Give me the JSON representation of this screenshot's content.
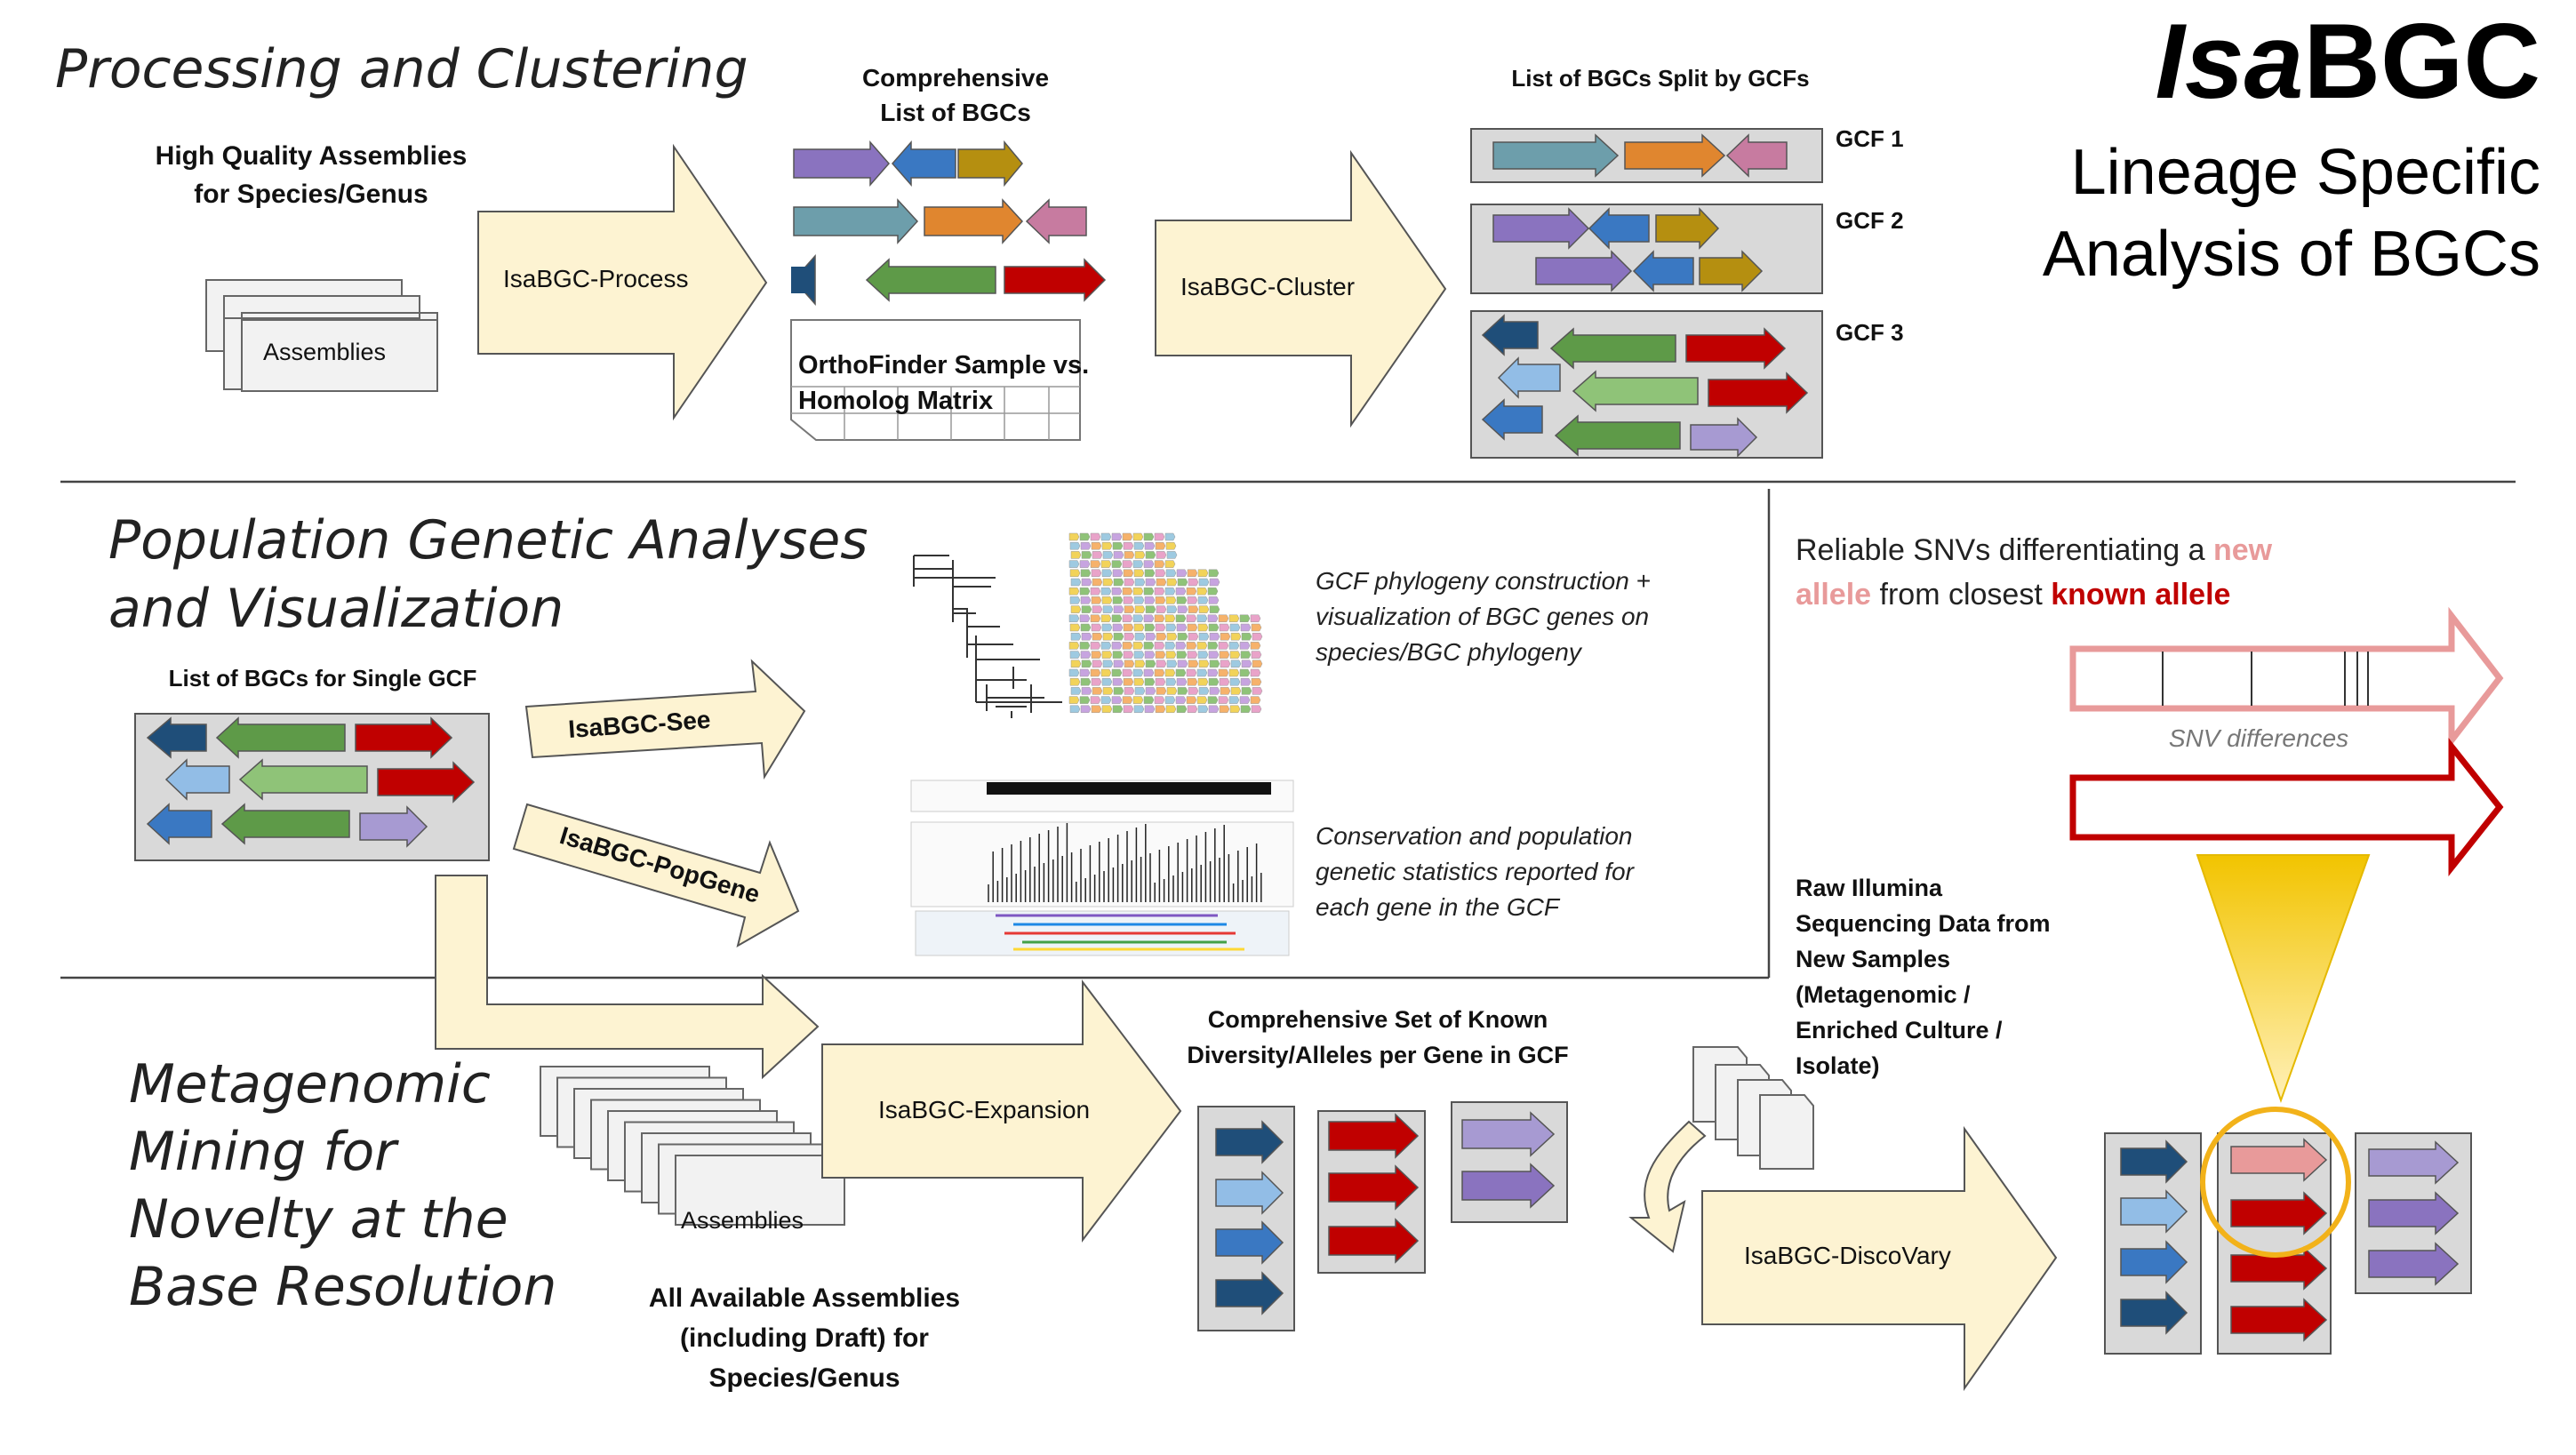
{
  "header": {
    "title_part1": "Isa",
    "title_part2": "BGC",
    "subtitle_line1": "Lineage Specific",
    "subtitle_line2": "Analysis of BGCs"
  },
  "sections": {
    "s1": "Processing and Clustering",
    "s2_line1": "Population Genetic Analyses",
    "s2_line2": "and Visualization",
    "s3_line1": "Metagenomic",
    "s3_line2": "Mining for",
    "s3_line3": "Novelty at the",
    "s3_line4": "Base Resolution"
  },
  "processing": {
    "hq_line1": "High Quality Assemblies",
    "hq_line2": "for Species/Genus",
    "assemblies": "Assemblies",
    "process_label": "IsaBGC-Process",
    "comp_line1": "Comprehensive",
    "comp_line2": "List of BGCs",
    "ortho_line1": "OrthoFinder Sample vs.",
    "ortho_line2": "Homolog Matrix",
    "cluster_label": "IsaBGC-Cluster",
    "split_title": "List of BGCs Split by GCFs",
    "gcf1": "GCF 1",
    "gcf2": "GCF 2",
    "gcf3": "GCF 3"
  },
  "popgen": {
    "single_gcf": "List of BGCs for Single GCF",
    "see_label": "IsaBGC-See",
    "popgene_label": "IsaBGC-PopGene",
    "phylo_line1": "GCF phylogeny construction +",
    "phylo_line2": "visualization of BGC genes on",
    "phylo_line3": "species/BGC phylogeny",
    "cons_line1": "Conservation and population",
    "cons_line2": "genetic statistics reported for",
    "cons_line3": "each gene in the GCF"
  },
  "snv": {
    "line1_a": "Reliable SNVs differentiating a ",
    "line1_b": "new",
    "line2_a": "allele",
    "line2_b": " from closest ",
    "line2_c": "known allele",
    "snv_diff": "SNV differences"
  },
  "meta": {
    "expansion_label": "IsaBGC-Expansion",
    "known_line1": "Comprehensive Set of Known",
    "known_line2": "Diversity/Alleles per Gene in GCF",
    "assemblies": "Assemblies",
    "all_line1": "All Available Assemblies",
    "all_line2": "(including Draft) for",
    "all_line3": "Species/Genus",
    "raw_line1": "Raw Illumina",
    "raw_line2": "Sequencing Data from",
    "raw_line3": "New Samples",
    "raw_line4": "(Metagenomic /",
    "raw_line5": "Enriched Culture /",
    "raw_line6": "Isolate)",
    "discovary_label": "IsaBGC-DiscoVary"
  },
  "colors": {
    "big_arrow_fill": "#fdf3d2",
    "purple": "#8a73bf",
    "blue": "#3a78c2",
    "gold": "#b58f10",
    "teal": "#6d9eab",
    "orange": "#e0862f",
    "pink": "#c77ba0",
    "navy": "#1f4e79",
    "green": "#5e9a48",
    "red": "#c00000",
    "lightblue": "#92bde6",
    "lightgreen": "#8fc378",
    "lavender": "#a79ad2",
    "new_allele": "#e89a9a",
    "known_allele": "#c00000",
    "highlight_circle": "#f2b21a"
  }
}
